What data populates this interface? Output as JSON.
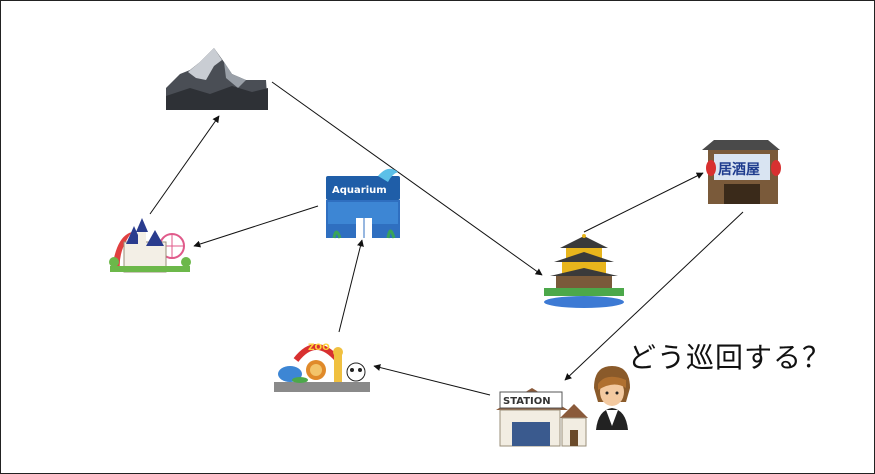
{
  "question": "どう巡回する？",
  "labels": {
    "aquarium": "Aquarium",
    "izakaya": "居酒屋",
    "zoo": "ZOO",
    "station": "STATION"
  },
  "nodes": [
    {
      "id": "mountain",
      "icon": "mountain-icon"
    },
    {
      "id": "aquarium",
      "icon": "aquarium-icon"
    },
    {
      "id": "amusement-park",
      "icon": "amusement-park-icon"
    },
    {
      "id": "golden-pavilion",
      "icon": "golden-pavilion-icon"
    },
    {
      "id": "izakaya",
      "icon": "izakaya-icon"
    },
    {
      "id": "zoo",
      "icon": "zoo-icon"
    },
    {
      "id": "station",
      "icon": "station-icon"
    },
    {
      "id": "person",
      "icon": "person-icon"
    }
  ],
  "edges": [
    {
      "from": "station",
      "to": "zoo"
    },
    {
      "from": "zoo",
      "to": "aquarium"
    },
    {
      "from": "aquarium",
      "to": "amusement-park"
    },
    {
      "from": "amusement-park",
      "to": "mountain"
    },
    {
      "from": "mountain",
      "to": "golden-pavilion"
    },
    {
      "from": "golden-pavilion",
      "to": "izakaya"
    },
    {
      "from": "izakaya",
      "to": "station"
    }
  ],
  "colors": {
    "arrow": "#111111",
    "gold": "#e8b51c",
    "water": "#2f6fc0"
  }
}
